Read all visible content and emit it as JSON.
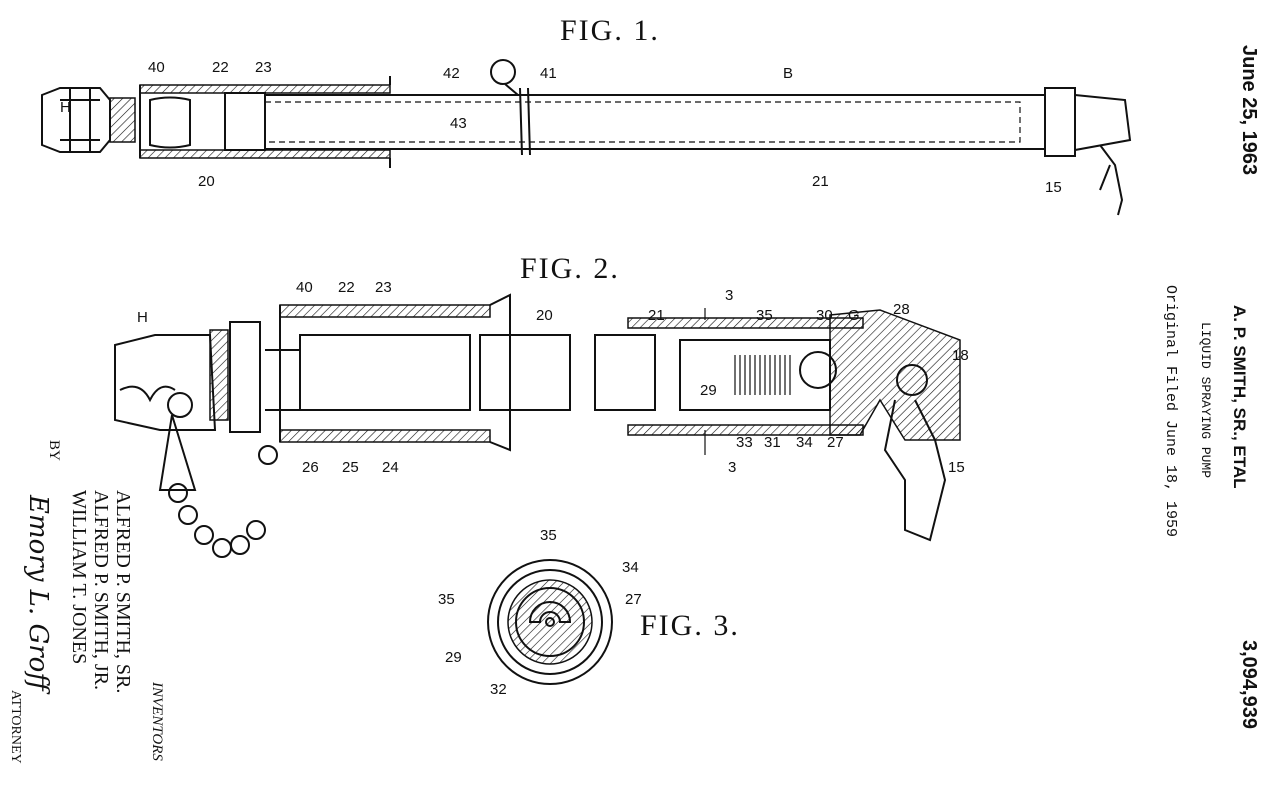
{
  "figures": {
    "fig1": "FIG. 1.",
    "fig2": "FIG. 2.",
    "fig3": "FIG. 3."
  },
  "header": {
    "date": "June 25, 1963",
    "inventor_header": "A. P. SMITH, SR., ETAL",
    "title": "LIQUID SPRAYING PUMP",
    "filed": "Original Filed June 18, 1959",
    "patent_number": "3,094,939"
  },
  "inventors": {
    "heading": "INVENTORS",
    "names": [
      "ALFRED P. SMITH, SR.",
      "ALFRED P. SMITH, JR.",
      "WILLIAM T. JONES"
    ],
    "by": "BY",
    "signature": "Emory L. Groff",
    "attorney": "ATTORNEY"
  },
  "fig1_labels": [
    "H",
    "40",
    "22",
    "23",
    "42",
    "41",
    "B",
    "43",
    "20",
    "21",
    "15"
  ],
  "fig2_labels": [
    "H",
    "40",
    "22",
    "23",
    "20",
    "21",
    "3",
    "35",
    "30",
    "G",
    "28",
    "18",
    "29",
    "33",
    "31",
    "34",
    "27",
    "3",
    "26",
    "25",
    "24",
    "15"
  ],
  "fig3_labels": [
    "35",
    "34",
    "35",
    "27",
    "29",
    "32"
  ]
}
